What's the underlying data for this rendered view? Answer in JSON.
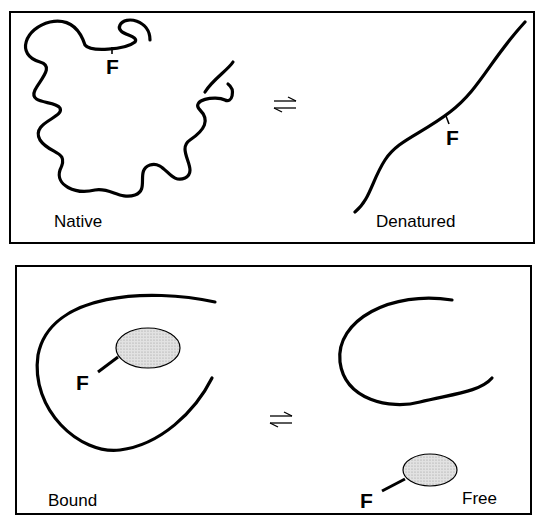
{
  "diagram": {
    "labels": [
      "F",
      "F",
      "Native",
      "Denatured",
      "F",
      "F",
      "Bound",
      "Free"
    ]
  }
}
